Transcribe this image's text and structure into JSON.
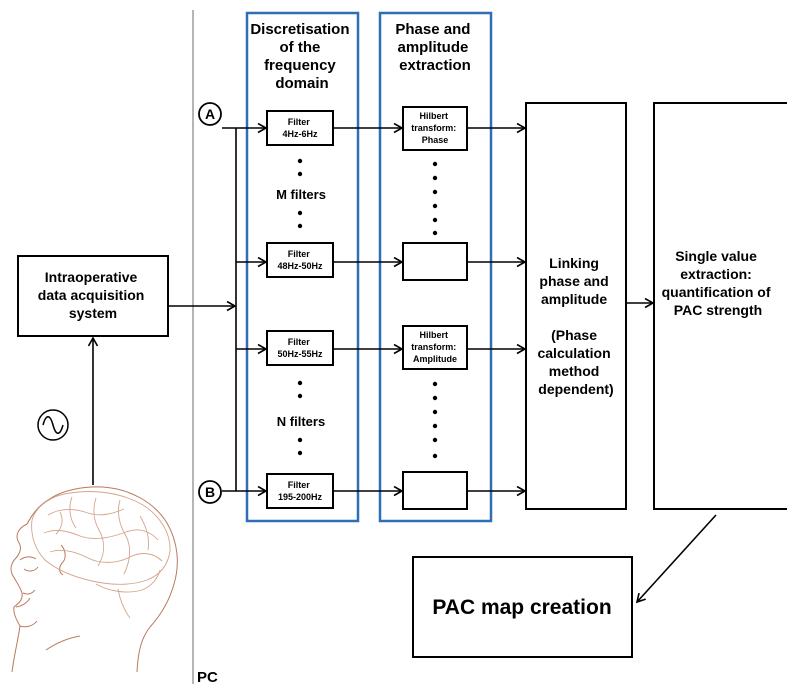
{
  "blocks": {
    "acquisition": [
      "Intraoperative",
      "data acquisition",
      "system"
    ],
    "linking": [
      "Linking",
      "phase and",
      "amplitude",
      "",
      "(Phase",
      "calculation",
      "method",
      "dependent)"
    ],
    "single_value": [
      "Single value",
      "extraction:",
      "quantification of",
      "PAC strength"
    ],
    "pac_map": "PAC map creation"
  },
  "columns": {
    "discretisation": [
      "Discretisation",
      "of the",
      "frequency",
      "domain"
    ],
    "extraction": [
      "Phase and",
      "amplitude",
      "extraction"
    ]
  },
  "markers": {
    "a": "A",
    "b": "B"
  },
  "filters": {
    "f1": [
      "Filter",
      "4Hz-6Hz"
    ],
    "f2": [
      "Filter",
      "48Hz-50Hz"
    ],
    "f3": [
      "Filter",
      "50Hz-55Hz"
    ],
    "f4": [
      "Filter",
      "195-200Hz"
    ],
    "m_label": "M filters",
    "n_label": "N filters"
  },
  "hilbert": {
    "phase": [
      "Hilbert",
      "transform:",
      "Phase"
    ],
    "amplitude": [
      "Hilbert",
      "transform:",
      "Amplitude"
    ]
  },
  "pc_label": "PC",
  "colors": {
    "column_border": "#2f6fb5",
    "divider": "#b5b5b5",
    "face_line": "#b97a5e"
  },
  "icons": {
    "signal": "sine-wave-icon",
    "subject": "head-brain-icon"
  }
}
